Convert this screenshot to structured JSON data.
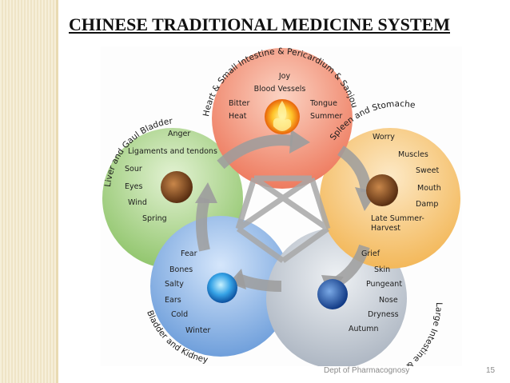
{
  "slide": {
    "title": "CHINESE TRADITIONAL MEDICINE SYSTEM",
    "footer_text": "Dept of Pharmacognosy",
    "page_number": "15"
  },
  "elements": {
    "fire": {
      "organ": "Heart & Small Intestine & Pericardium & Sanjou",
      "items": [
        "Joy",
        "Blood Vessels",
        "Bitter",
        "Tongue",
        "Heat",
        "Summer"
      ],
      "color": "#f3876e"
    },
    "earth": {
      "organ": "Spleen and Stomache",
      "items": [
        "Worry",
        "Muscles",
        "Sweet",
        "Mouth",
        "Damp",
        "Late Summer-",
        "Harvest"
      ],
      "color": "#f7c97a"
    },
    "metal": {
      "organ": "Large Intestine & Lung",
      "items": [
        "Grief",
        "Skin",
        "Pungeant",
        "Nose",
        "Dryness",
        "Autumn"
      ],
      "color": "#c6cdd6"
    },
    "water": {
      "organ": "Bladder and Kidney",
      "items": [
        "Fear",
        "Bones",
        "Salty",
        "Ears",
        "Cold",
        "Winter"
      ],
      "color": "#8db5e6"
    },
    "wood": {
      "organ": "Liver and Gaul Bladder",
      "items": [
        "Anger",
        "Ligaments and tendons",
        "Sour",
        "Eyes",
        "Wind",
        "Spring"
      ],
      "color": "#a9d58a"
    }
  }
}
